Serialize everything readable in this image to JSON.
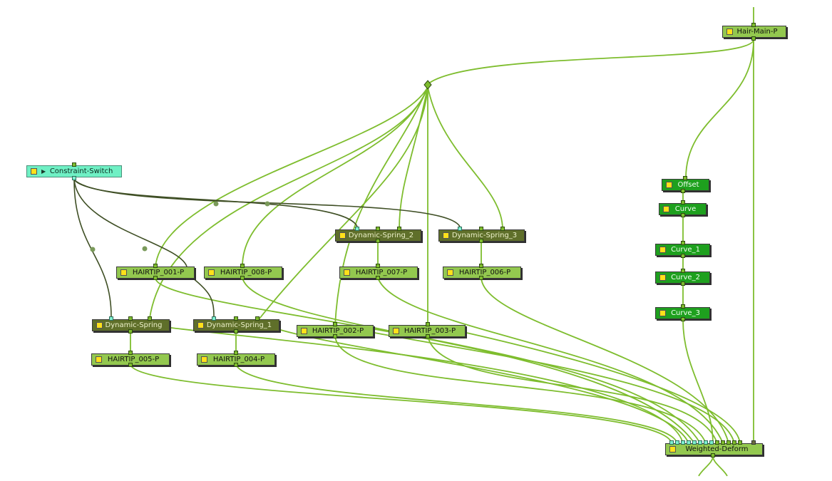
{
  "nodes": {
    "hair_main_p": "Hair-Main-P",
    "constraint_switch": "Constraint-Switch",
    "offset": "Offset",
    "curve": "Curve",
    "curve_1": "Curve_1",
    "curve_2": "Curve_2",
    "curve_3": "Curve_3",
    "dynamic_spring": "Dynamic-Spring",
    "dynamic_spring_1": "Dynamic-Spring_1",
    "dynamic_spring_2": "Dynamic-Spring_2",
    "dynamic_spring_3": "Dynamic-Spring_3",
    "hairtip_001_p": "HAIRTIP_001-P",
    "hairtip_002_p": "HAIRTIP_002-P",
    "hairtip_003_p": "HAIRTIP_003-P",
    "hairtip_004_p": "HAIRTIP_004-P",
    "hairtip_005_p": "HAIRTIP_005-P",
    "hairtip_006_p": "HAIRTIP_006-P",
    "hairtip_007_p": "HAIRTIP_007-P",
    "hairtip_008_p": "HAIRTIP_008-P",
    "weighted_deform": "Weighted-Deform"
  },
  "colors": {
    "peg_node": "#93c84f",
    "spring_node": "#5f6f2a",
    "curve_node": "#1ea01e",
    "switch_node": "#6ff0c4",
    "wire_green": "#7ebd2e",
    "wire_dark": "#3f4f25",
    "enable_swatch": "#ffe11a"
  }
}
